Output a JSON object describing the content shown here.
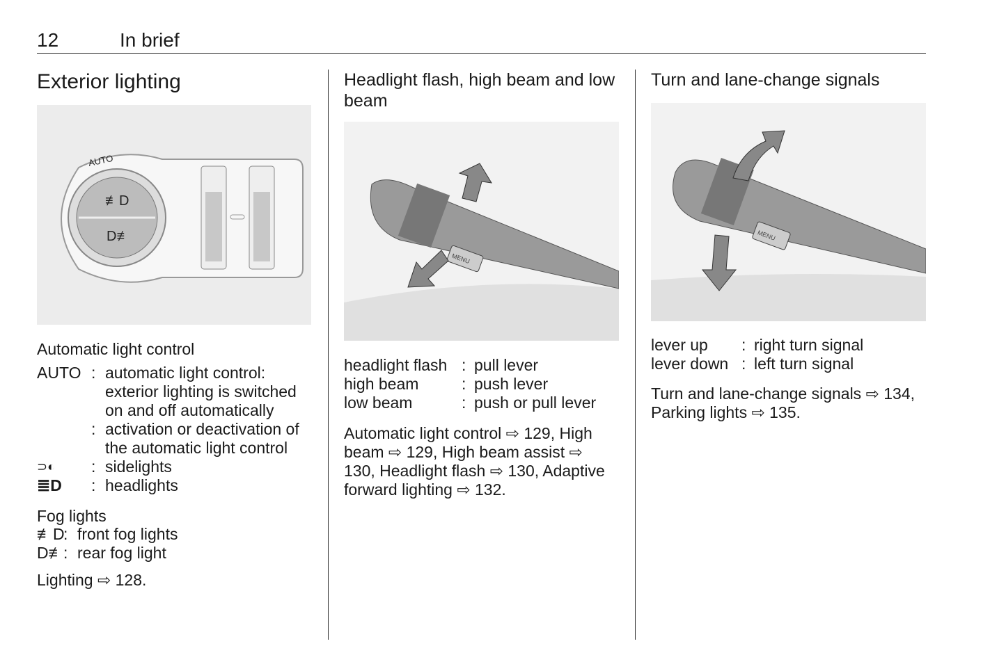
{
  "header": {
    "page_number": "12",
    "section": "In brief"
  },
  "col1": {
    "title": "Exterior lighting",
    "figure_labels": {
      "auto": "AUTO"
    },
    "subheading": "Automatic light control",
    "definitions": [
      {
        "term": "AUTO",
        "sep": ":",
        "desc": "automatic light control: exterior lighting is switched on and off automatically"
      },
      {
        "term": "",
        "sep": ":",
        "desc": "activation or deactivation of the automatic light control"
      },
      {
        "term": "sidelights-symbol",
        "sep": ":",
        "desc": "sidelights"
      },
      {
        "term": "headlights-symbol",
        "sep": ":",
        "desc": "headlights"
      }
    ],
    "fog_heading": "Fog lights",
    "fog": [
      {
        "sep": ":",
        "desc": "front fog lights"
      },
      {
        "sep": ":",
        "desc": "rear fog light"
      }
    ],
    "reference": "Lighting ⇨ 128."
  },
  "col2": {
    "title": "Headlight flash, high beam and low beam",
    "figure_labels": {
      "menu": "MENU"
    },
    "definitions": [
      {
        "term": "headlight flash",
        "sep": ":",
        "desc": "pull lever"
      },
      {
        "term": "high beam",
        "sep": ":",
        "desc": "push lever"
      },
      {
        "term": "low beam",
        "sep": ":",
        "desc": "push or pull lever"
      }
    ],
    "reference": "Automatic light control ⇨ 129, High beam ⇨ 129, High beam assist ⇨ 130, Headlight flash ⇨ 130, Adaptive forward lighting ⇨ 132."
  },
  "col3": {
    "title": "Turn and lane-change signals",
    "figure_labels": {
      "menu": "MENU"
    },
    "definitions": [
      {
        "term": "lever up",
        "sep": ":",
        "desc": "right turn signal"
      },
      {
        "term": "lever down",
        "sep": ":",
        "desc": "left turn signal"
      }
    ],
    "reference": "Turn and lane-change signals ⇨ 134, Parking lights ⇨ 135."
  }
}
